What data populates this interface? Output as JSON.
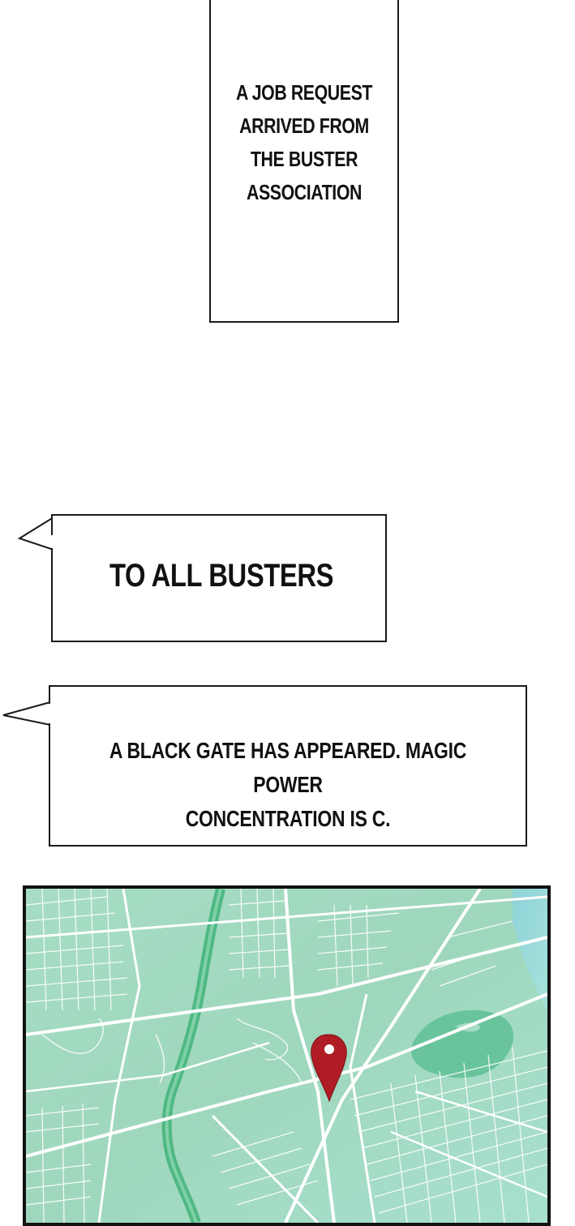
{
  "caption": {
    "lines": [
      "A JOB REQUEST",
      "ARRIVED FROM",
      "THE BUSTER",
      "ASSOCIATION"
    ]
  },
  "bubble_1": {
    "text": "TO ALL BUSTERS"
  },
  "bubble_2": {
    "lines": [
      "A BLACK GATE HAS APPEARED. MAGIC POWER",
      "CONCENTRATION IS C."
    ]
  },
  "map": {
    "pin_color": "#b01c24",
    "water_color": "#8fd3d8",
    "land_color": "#a3dcc2",
    "river_color": "#4fb883"
  }
}
